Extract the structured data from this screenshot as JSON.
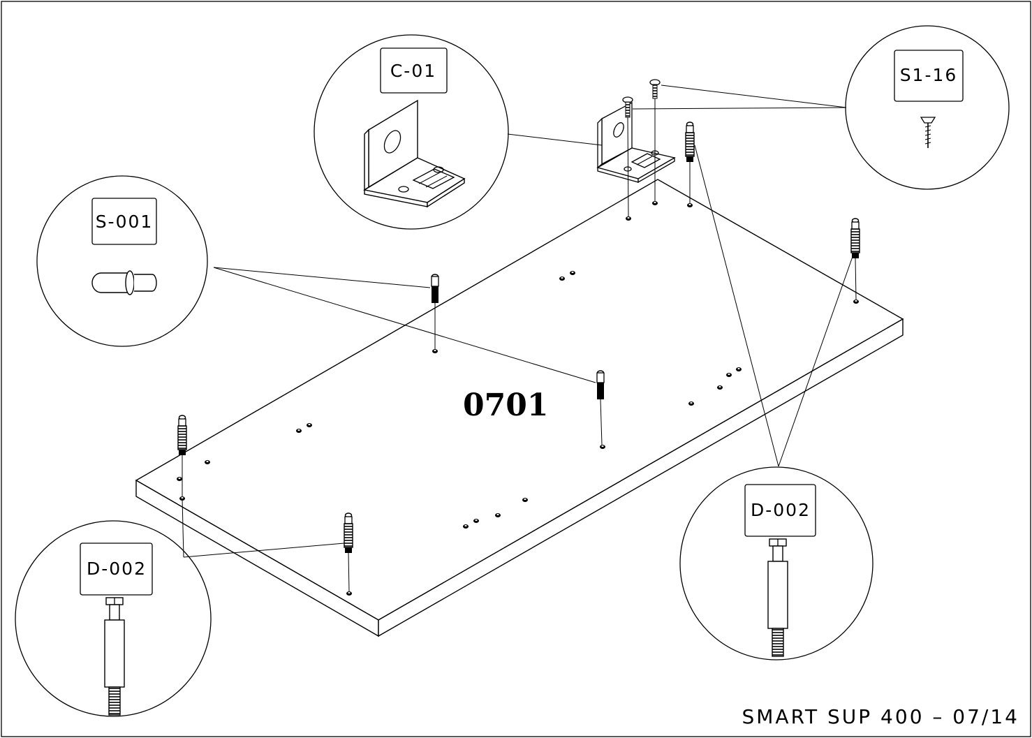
{
  "panel": {
    "number": "0701"
  },
  "callouts": {
    "bracket": {
      "code": "C-01"
    },
    "screw": {
      "code": "S1-16"
    },
    "shelf_pin": {
      "code": "S-001"
    },
    "cam_dowel_left": {
      "code": "D-002"
    },
    "cam_dowel_right": {
      "code": "D-002"
    }
  },
  "footer": {
    "text": "SMART SUP 400 – 07/14"
  }
}
